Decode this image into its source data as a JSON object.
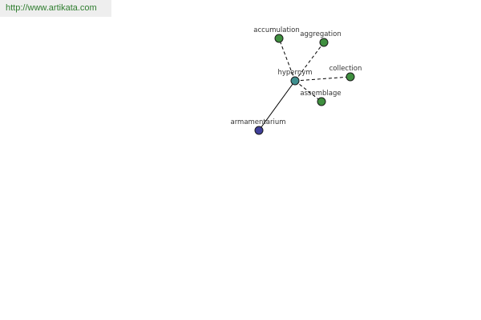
{
  "banner": {
    "url": "http://www.artikata.com"
  },
  "colors": {
    "hub": "#3f8f8f",
    "related": "#3f8f3f",
    "hyponym": "#40409a"
  },
  "graph": {
    "nodes": [
      {
        "id": "hypernym",
        "label": "hypernym",
        "role": "hub"
      },
      {
        "id": "accumulation",
        "label": "accumulation",
        "role": "related"
      },
      {
        "id": "aggregation",
        "label": "aggregation",
        "role": "related"
      },
      {
        "id": "collection",
        "label": "collection",
        "role": "related"
      },
      {
        "id": "assemblage",
        "label": "assemblage",
        "role": "related"
      },
      {
        "id": "armamentarium",
        "label": "armamentarium",
        "role": "hyponym"
      }
    ],
    "edges": [
      {
        "from": "hypernym",
        "to": "accumulation",
        "style": "dashed"
      },
      {
        "from": "hypernym",
        "to": "aggregation",
        "style": "dashed"
      },
      {
        "from": "hypernym",
        "to": "collection",
        "style": "dashed"
      },
      {
        "from": "hypernym",
        "to": "assemblage",
        "style": "dashed"
      },
      {
        "from": "hypernym",
        "to": "armamentarium",
        "style": "solid"
      }
    ]
  }
}
